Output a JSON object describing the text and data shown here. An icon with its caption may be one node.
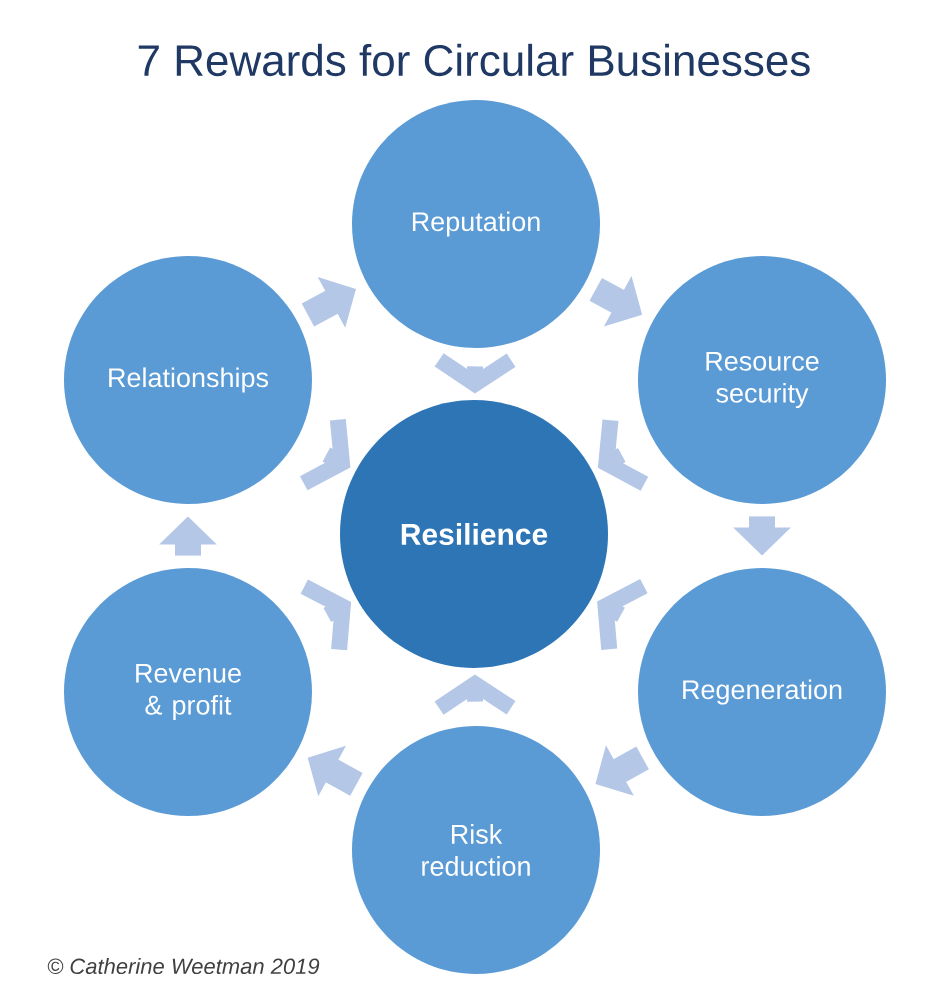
{
  "diagram": {
    "title": "7 Rewards for Circular Businesses",
    "caption": "© Catherine Weetman 2019",
    "nodes": [
      {
        "text": [
          "Reputation"
        ]
      },
      {
        "text": [
          "Relationships"
        ]
      },
      {
        "text": [
          "Resource security"
        ]
      },
      {
        "text": [
          "Resilience"
        ]
      },
      {
        "text": [
          "Revenue & profit"
        ]
      },
      {
        "text": [
          "Regeneration"
        ]
      },
      {
        "text": [
          "Risk reduction"
        ]
      }
    ],
    "edges": [
      {
        "from": 0,
        "to": 2,
        "arrow": "to"
      },
      {
        "from": 2,
        "to": 5,
        "arrow": "to"
      },
      {
        "from": 5,
        "to": 6,
        "arrow": "to"
      },
      {
        "from": 6,
        "to": 4,
        "arrow": "to"
      },
      {
        "from": 4,
        "to": 1,
        "arrow": "to"
      },
      {
        "from": 1,
        "to": 0,
        "arrow": "to"
      },
      {
        "from": 0,
        "to": 3,
        "arrow": "to"
      },
      {
        "from": 2,
        "to": 3,
        "arrow": "to"
      },
      {
        "from": 5,
        "to": 3,
        "arrow": "to"
      },
      {
        "from": 6,
        "to": 3,
        "arrow": "to"
      },
      {
        "from": 4,
        "to": 3,
        "arrow": "to"
      },
      {
        "from": 1,
        "to": 3,
        "arrow": "to"
      }
    ]
  }
}
